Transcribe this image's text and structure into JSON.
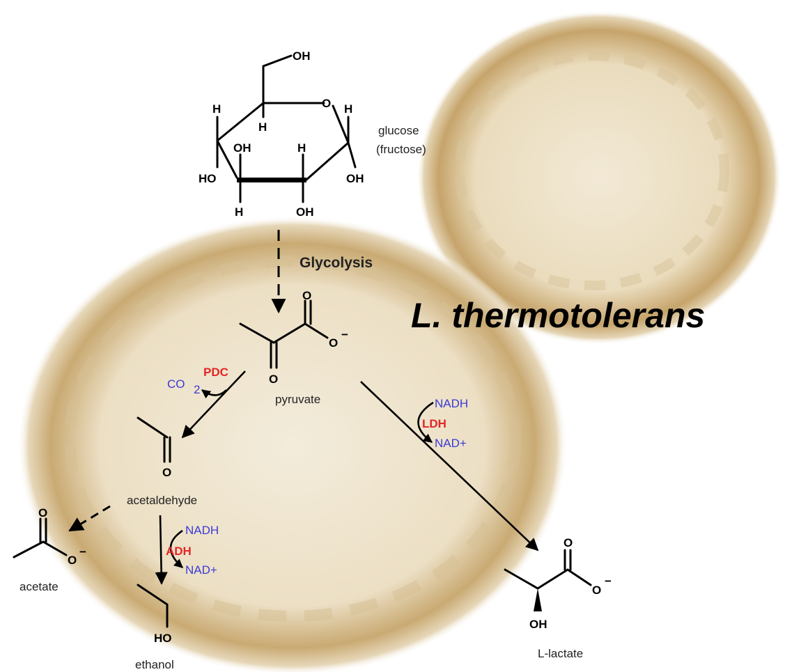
{
  "organism": "L. thermotolerans",
  "pathway": "Glycolysis",
  "molecules": {
    "glucose": {
      "name": "glucose",
      "alt_name": "(fructose)"
    },
    "pyruvate": {
      "name": "pyruvate"
    },
    "acetaldehyde": {
      "name": "acetaldehyde"
    },
    "acetate": {
      "name": "acetate"
    },
    "ethanol": {
      "name": "ethanol"
    },
    "lactate": {
      "name": "L-lactate"
    }
  },
  "atoms": {
    "oh": "OH",
    "ho": "HO",
    "h": "H",
    "o": "O",
    "minus": "−"
  },
  "enzymes": {
    "pdc": "PDC",
    "adh": "ADH",
    "ldh": "LDH"
  },
  "cofactors": {
    "co2": "CO",
    "co2_sub": "2",
    "nadh": "NADH",
    "nad": "NAD+"
  },
  "colors": {
    "enzyme": "#e22727",
    "cofactor": "#3a3ad6",
    "cell": "#c8a770",
    "cell_light": "#f0e7d4"
  }
}
